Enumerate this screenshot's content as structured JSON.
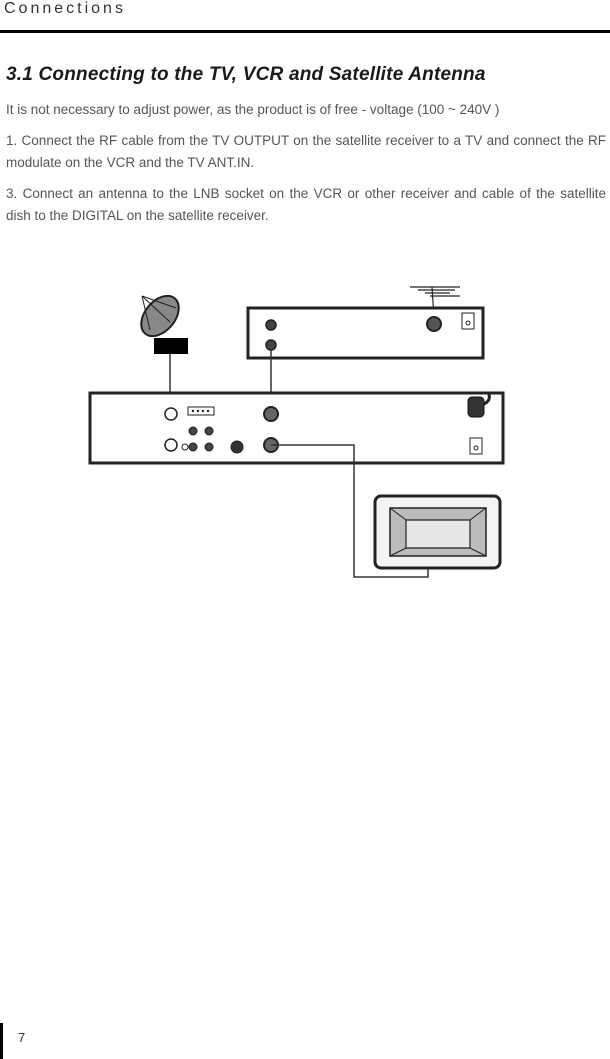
{
  "header": {
    "section": "Connections"
  },
  "section": {
    "title": "3.1 Connecting to the TV, VCR and Satellite Antenna"
  },
  "paragraphs": [
    "It is not necessary to adjust power, as the product is of free - voltage (100 ~ 240V )",
    "1. Connect the RF cable from the TV OUTPUT on the satellite receiver to a TV and connect the RF modulate on the VCR and the TV ANT.IN.",
    "3. Connect an antenna to the LNB socket on the VCR or other receiver and cable of the satellite dish to the DIGITAL on the satellite receiver."
  ],
  "diagram": {
    "components": [
      "satellite-dish",
      "terrestrial-antenna",
      "vcr",
      "satellite-receiver",
      "tv"
    ]
  },
  "footer": {
    "page_number": "7"
  }
}
